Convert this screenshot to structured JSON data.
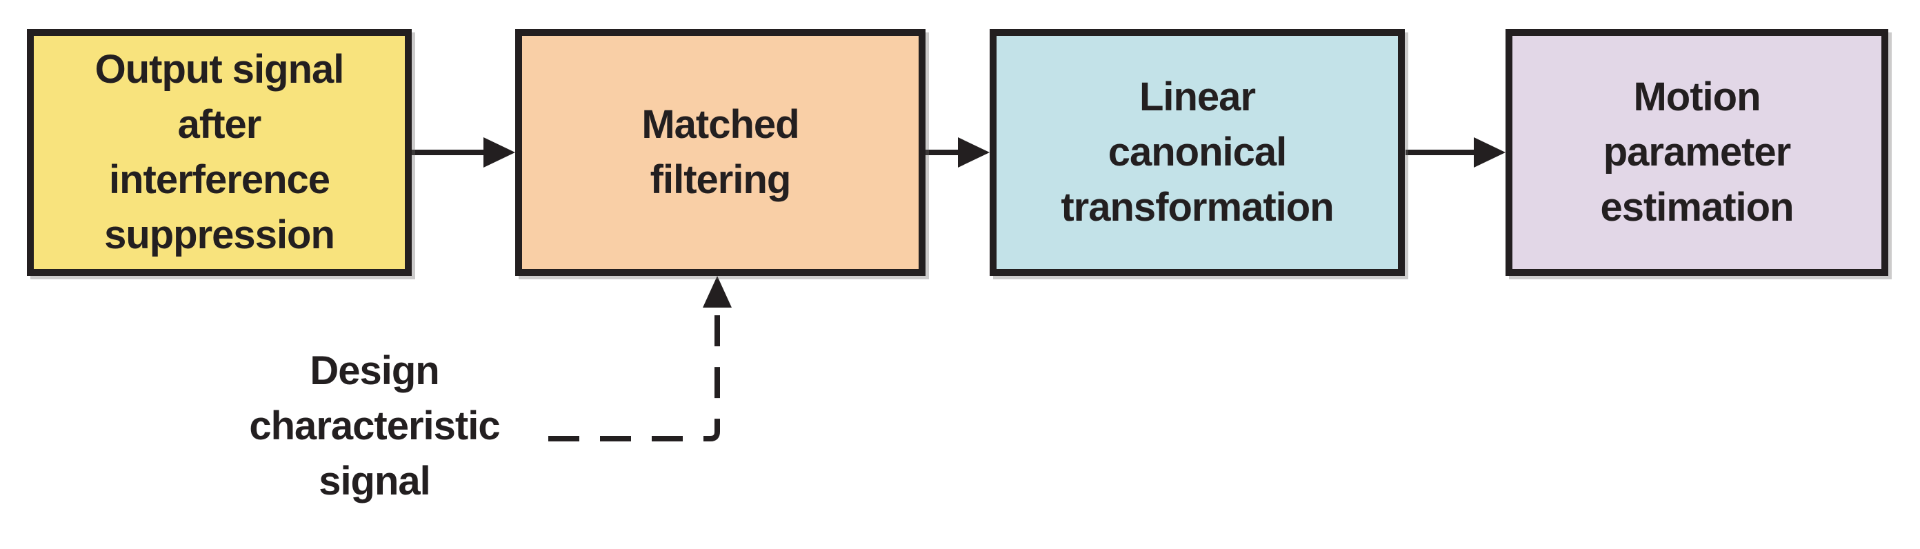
{
  "diagram": {
    "type": "flowchart",
    "boxes": [
      {
        "id": "output-signal",
        "label": "Output signal\nafter\ninterference\nsuppression",
        "fill": "#f8e37d"
      },
      {
        "id": "matched-filtering",
        "label": "Matched\nfiltering",
        "fill": "#f9cfa6"
      },
      {
        "id": "linear-canonical-transformation",
        "label": "Linear\ncanonical\ntransformation",
        "fill": "#c3e2e8"
      },
      {
        "id": "motion-parameter-estimation",
        "label": "Motion\nparameter\nestimation",
        "fill": "#e2d7e7"
      }
    ],
    "annotation": {
      "id": "design-characteristic-signal",
      "label": "Design\ncharacteristic\nsignal"
    },
    "connections": [
      {
        "from": "output-signal",
        "to": "matched-filtering",
        "style": "solid-arrow",
        "direction": "right"
      },
      {
        "from": "matched-filtering",
        "to": "linear-canonical-transformation",
        "style": "solid-arrow",
        "direction": "right"
      },
      {
        "from": "linear-canonical-transformation",
        "to": "motion-parameter-estimation",
        "style": "solid-arrow",
        "direction": "right"
      },
      {
        "from": "design-characteristic-signal",
        "to": "matched-filtering",
        "style": "dashed-arrow",
        "direction": "up-into-bottom"
      }
    ],
    "colors": {
      "ink": "#231f20",
      "background": "#ffffff"
    }
  }
}
